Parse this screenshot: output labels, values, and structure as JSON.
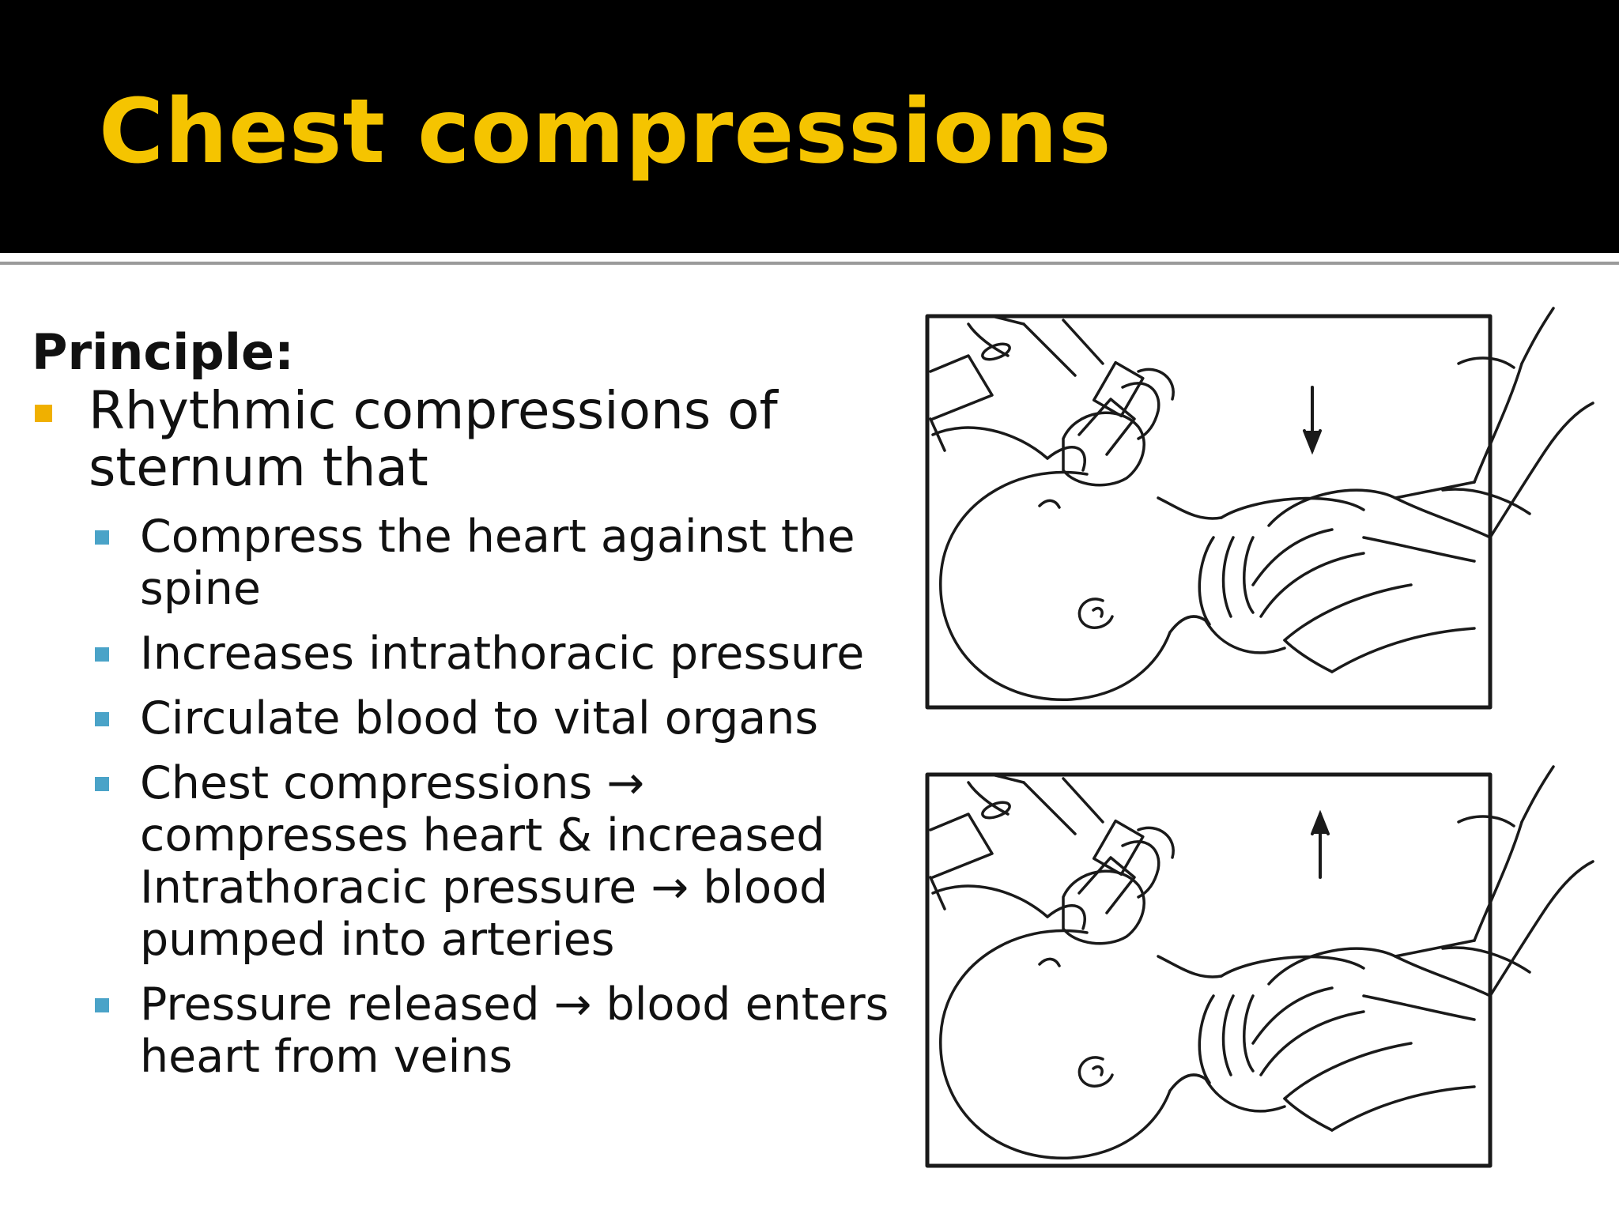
{
  "slide": {
    "title": "Chest compressions",
    "colors": {
      "title_bar": "#000000",
      "title_text": "#f5c400",
      "level1_bullet": "#f0b000",
      "level2_bullet": "#4aa3c8"
    },
    "heading": "Principle:",
    "bullet": {
      "text_line1": "Rhythmic compressions of",
      "text_line2": "sternum that",
      "sub_items": [
        {
          "line1": "Compress the heart against the",
          "line2": "spine"
        },
        {
          "line1": "Increases intrathoracic pressure"
        },
        {
          "line1": "Circulate blood to vital organs"
        },
        {
          "line1": "Chest compressions →",
          "line2": "compresses heart &  increased",
          "line3": "Intrathoracic pressure → blood",
          "line4": "pumped into arteries"
        },
        {
          "line1": "Pressure released → blood enters",
          "line2": "heart from veins"
        }
      ]
    },
    "figure": {
      "panels": [
        {
          "arrow": "down-arrow-icon"
        },
        {
          "arrow": "up-arrow-icon"
        }
      ]
    }
  }
}
